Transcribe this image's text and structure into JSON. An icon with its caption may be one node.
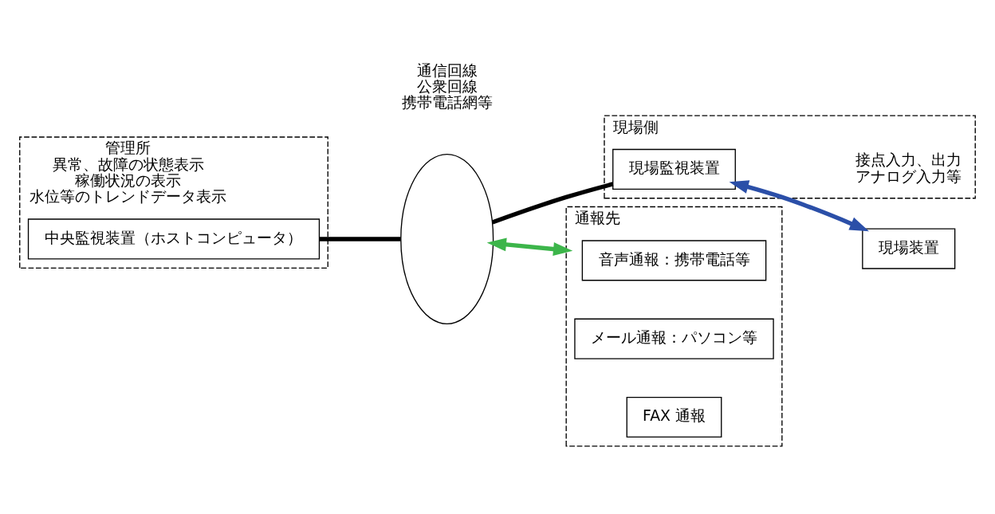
{
  "diagram": {
    "nodes": [
      {
        "text": [
          "管理所",
          "異常、故障の状態表示",
          "稼働状況の表示",
          "水位等のトレンドデータ表示"
        ]
      },
      {
        "text": [
          "中央監視装置（ホストコンピュータ）"
        ],
        "in": 0
      },
      {
        "text": [],
        "shape": "ellipse",
        "beside": [
          "通信回線",
          "公衆回線",
          "携帯電話網等"
        ]
      },
      {
        "text": [
          "現場側"
        ]
      },
      {
        "text": [
          "現場監視装置"
        ],
        "in": 3,
        "beside": [
          "接点入力、出力",
          "アナログ入力等"
        ]
      },
      {
        "text": [
          "現場装置"
        ]
      },
      {
        "text": [
          "通報先"
        ]
      },
      {
        "text": [
          "音声通報：携帯電話等"
        ],
        "in": 6
      },
      {
        "text": [
          "メール通報：パソコン等"
        ],
        "in": 6
      },
      {
        "text": [
          "FAX 通報"
        ],
        "in": 6
      }
    ],
    "edges": [
      {
        "from": 1,
        "to": 2,
        "arrow": "none"
      },
      {
        "from": 2,
        "to": 4,
        "arrow": "none"
      },
      {
        "from": 4,
        "to": 5,
        "arrow": "both",
        "color": "#2b4fa8"
      },
      {
        "from": 2,
        "to": 6,
        "arrow": "both",
        "color": "#3cb54a"
      }
    ]
  }
}
